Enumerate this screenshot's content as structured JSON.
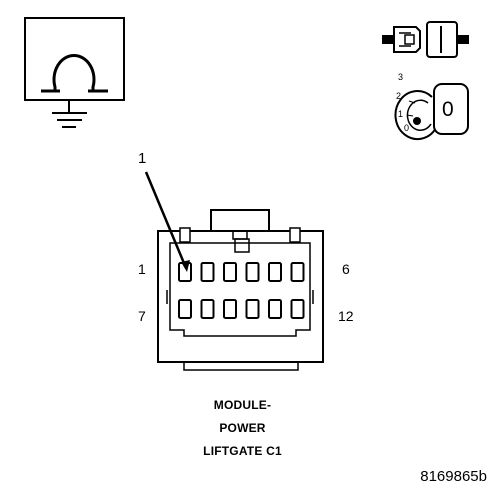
{
  "meter_symbol": {
    "icon": "ohmmeter-ground-icon"
  },
  "tools": {
    "connector_icon": "connector-separation-icon",
    "ignition_icon": "ignition-key-off-icon"
  },
  "ignition": {
    "positions": [
      "3",
      "2",
      "1",
      "0"
    ],
    "key_text": "0"
  },
  "callout": {
    "label": "1"
  },
  "connector": {
    "pin_labels": {
      "top_left": "1",
      "top_right": "6",
      "bottom_left": "7",
      "bottom_right": "12"
    },
    "rows": 2,
    "pins_per_row": 6
  },
  "caption": {
    "line1": "MODULE-",
    "line2": "POWER",
    "line3": "LIFTGATE C1"
  },
  "figure_id": "8169865b"
}
